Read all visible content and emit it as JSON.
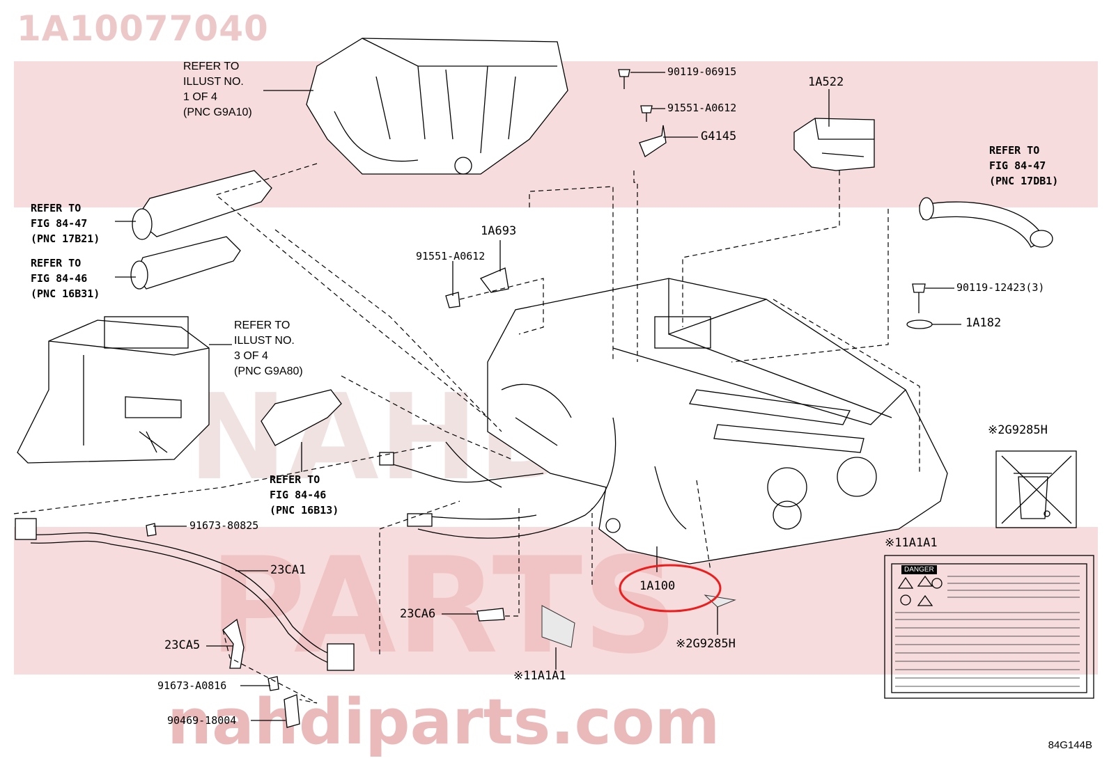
{
  "diagram": {
    "part_number_watermark": "1A10077040",
    "figure_code": "84G144B",
    "watermark_site": "nahdiparts.com",
    "watermark_words": [
      "PARTS",
      "NAHDI"
    ],
    "highlight_color": "#ee1c1c"
  },
  "refs": {
    "illust1": [
      "REFER TO",
      "ILLUST NO.",
      "1 OF 4",
      "(PNC G9A10)"
    ],
    "illust3": [
      "REFER TO",
      "ILLUST NO.",
      "3 OF 4",
      "(PNC G9A80)"
    ],
    "fig_17b21": [
      "REFER TO",
      "FIG 84-47",
      "(PNC 17B21)"
    ],
    "fig_16b31": [
      "REFER TO",
      "FIG 84-46",
      "(PNC 16B31)"
    ],
    "fig_16b13": [
      "REFER TO",
      "FIG 84-46",
      "(PNC 16B13)"
    ],
    "fig_17db1": [
      "REFER TO",
      "FIG 84-47",
      "(PNC 17DB1)"
    ]
  },
  "parts": {
    "p_90119_06915": "90119-06915",
    "p_91551_a0612_top": "91551-A0612",
    "p_g4145": "G4145",
    "p_1a522": "1A522",
    "p_1a693": "1A693",
    "p_91551_a0612_mid": "91551-A0612",
    "p_90119_12423": "90119-12423(3)",
    "p_1a182": "1A182",
    "p_g9285h_box": "※2G9285H",
    "p_1a1a1_box": "※11A1A1",
    "p_91673_80825": "91673-80825",
    "p_23ca1": "23CA1",
    "p_1a100": "1A100",
    "p_23ca6": "23CA6",
    "p_23ca5": "23CA5",
    "p_g9285h": "※2G9285H",
    "p_1a1a1": "※11A1A1",
    "p_91673_a0816": "91673-A0816",
    "p_90469_18004": "90469-18004"
  },
  "label_sticker": {
    "header": "DANGER"
  }
}
